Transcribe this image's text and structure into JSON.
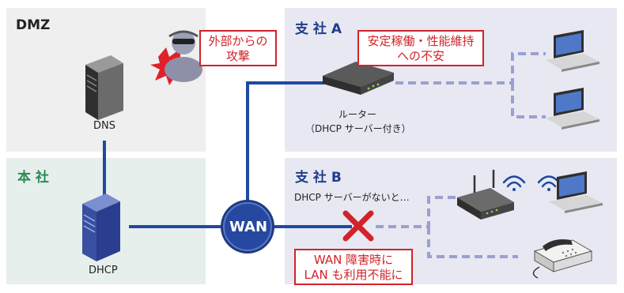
{
  "zones": {
    "dmz": {
      "title": "DMZ",
      "bg": "#efefef"
    },
    "honsha": {
      "title": "本 社",
      "bg": "#e6efec",
      "title_color": "#2b8a52"
    },
    "branch_a": {
      "title": "支 社 A",
      "bg": "#e8e8f3",
      "title_color": "#1f3c8a"
    },
    "branch_b": {
      "title": "支 社 B",
      "bg": "#e8e8f3",
      "title_color": "#1f3c8a"
    }
  },
  "labels": {
    "dns": "DNS",
    "dhcp": "DHCP",
    "wan": "WAN",
    "router_line1": "ルーター",
    "router_line2": "（DHCP サーバー付き）",
    "no_dhcp": "DHCP サーバーがないと…"
  },
  "callouts": {
    "attack": {
      "line1": "外部からの",
      "line2": "攻撃"
    },
    "branch_a": {
      "line1": "安定稼働・性能維持",
      "line2": "への不安"
    },
    "wan_failure": {
      "line1": "WAN 障害時に",
      "line2": "LAN も利用不能に"
    }
  },
  "colors": {
    "backbone": "#1f4aa0",
    "lan_dashed": "#9aa0d0",
    "alert": "#d2232a",
    "wan_node": "#1f3a80",
    "server_body": "#3a4fa0"
  },
  "icons": {
    "dns_server": "server-icon",
    "dhcp_server": "server-icon",
    "attacker": "hacker-icon",
    "router": "router-icon",
    "laptop": "laptop-icon",
    "access_point": "wireless-router-icon",
    "wifi": "wifi-icon",
    "phone": "telephone-icon",
    "failure": "x-mark-icon"
  }
}
